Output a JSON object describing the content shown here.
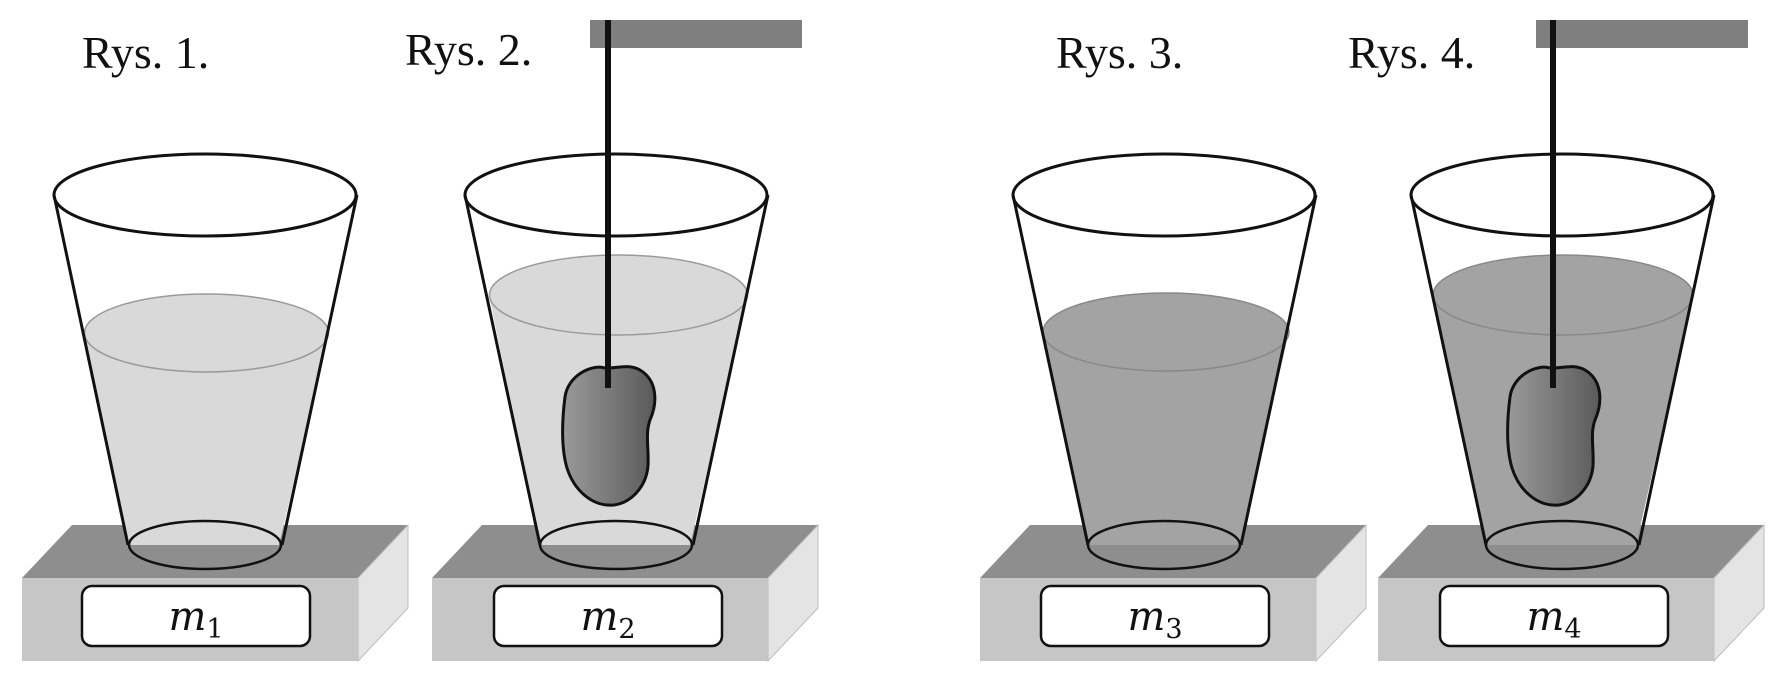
{
  "colors": {
    "light_liquid": "#d9d9d9",
    "dark_liquid": "#a3a3a3",
    "rod": "#7f7f7f",
    "scale_top": "#8e8e8e",
    "scale_front": "#c6c6c6",
    "scale_side": "#e4e4e4",
    "stone_light": "#9a9a9a",
    "stone_dark": "#5a5a5a"
  },
  "figures": [
    {
      "label": "Rys. 1.",
      "mass_symbol": "m",
      "mass_index": "1",
      "liquid": "light",
      "stone": false
    },
    {
      "label": "Rys. 2.",
      "mass_symbol": "m",
      "mass_index": "2",
      "liquid": "light",
      "stone": true
    },
    {
      "label": "Rys. 3.",
      "mass_symbol": "m",
      "mass_index": "3",
      "liquid": "dark",
      "stone": false
    },
    {
      "label": "Rys. 4.",
      "mass_symbol": "m",
      "mass_index": "4",
      "liquid": "dark",
      "stone": true
    }
  ]
}
